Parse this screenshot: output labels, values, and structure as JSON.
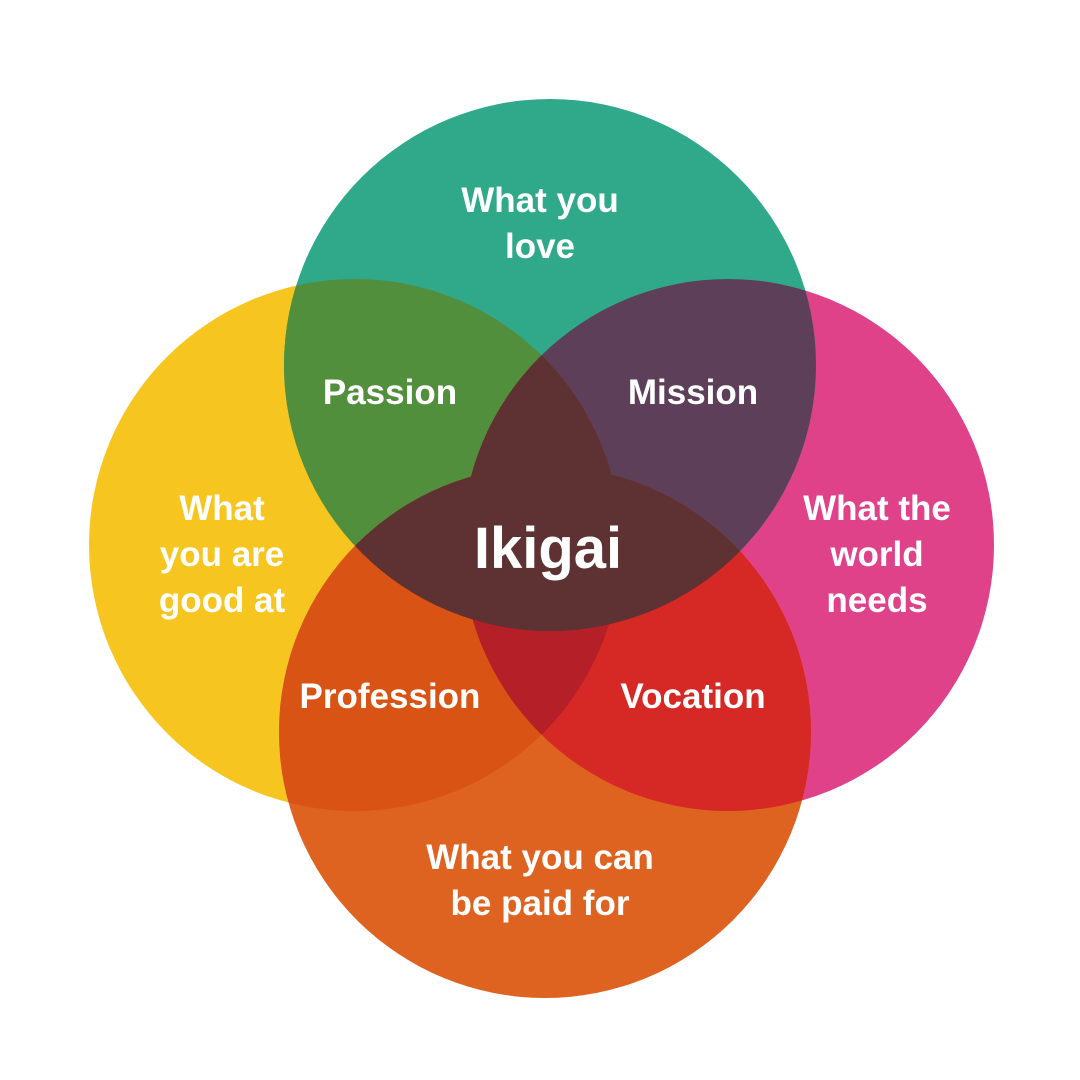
{
  "title": "Ikigai",
  "circles": {
    "love": {
      "lines": [
        "What you",
        "love"
      ],
      "color": "#2fa98a"
    },
    "good_at": {
      "lines": [
        "What",
        "you are",
        "good at"
      ],
      "color": "#f7c520"
    },
    "world_needs": {
      "lines": [
        "What the",
        "world",
        "needs"
      ],
      "color": "#e0428a"
    },
    "paid_for": {
      "lines": [
        "What you can",
        "be paid for"
      ],
      "color": "#de6321"
    }
  },
  "overlaps": {
    "passion": {
      "label": "Passion",
      "color": "#528f3c"
    },
    "mission": {
      "label": "Mission",
      "color": "#5e3f5a"
    },
    "profession": {
      "label": "Profession",
      "color": "#d95414"
    },
    "vocation": {
      "label": "Vocation",
      "color": "#d62824"
    }
  },
  "center_color": "#5e3232",
  "lower_center_color": "#b41f28"
}
